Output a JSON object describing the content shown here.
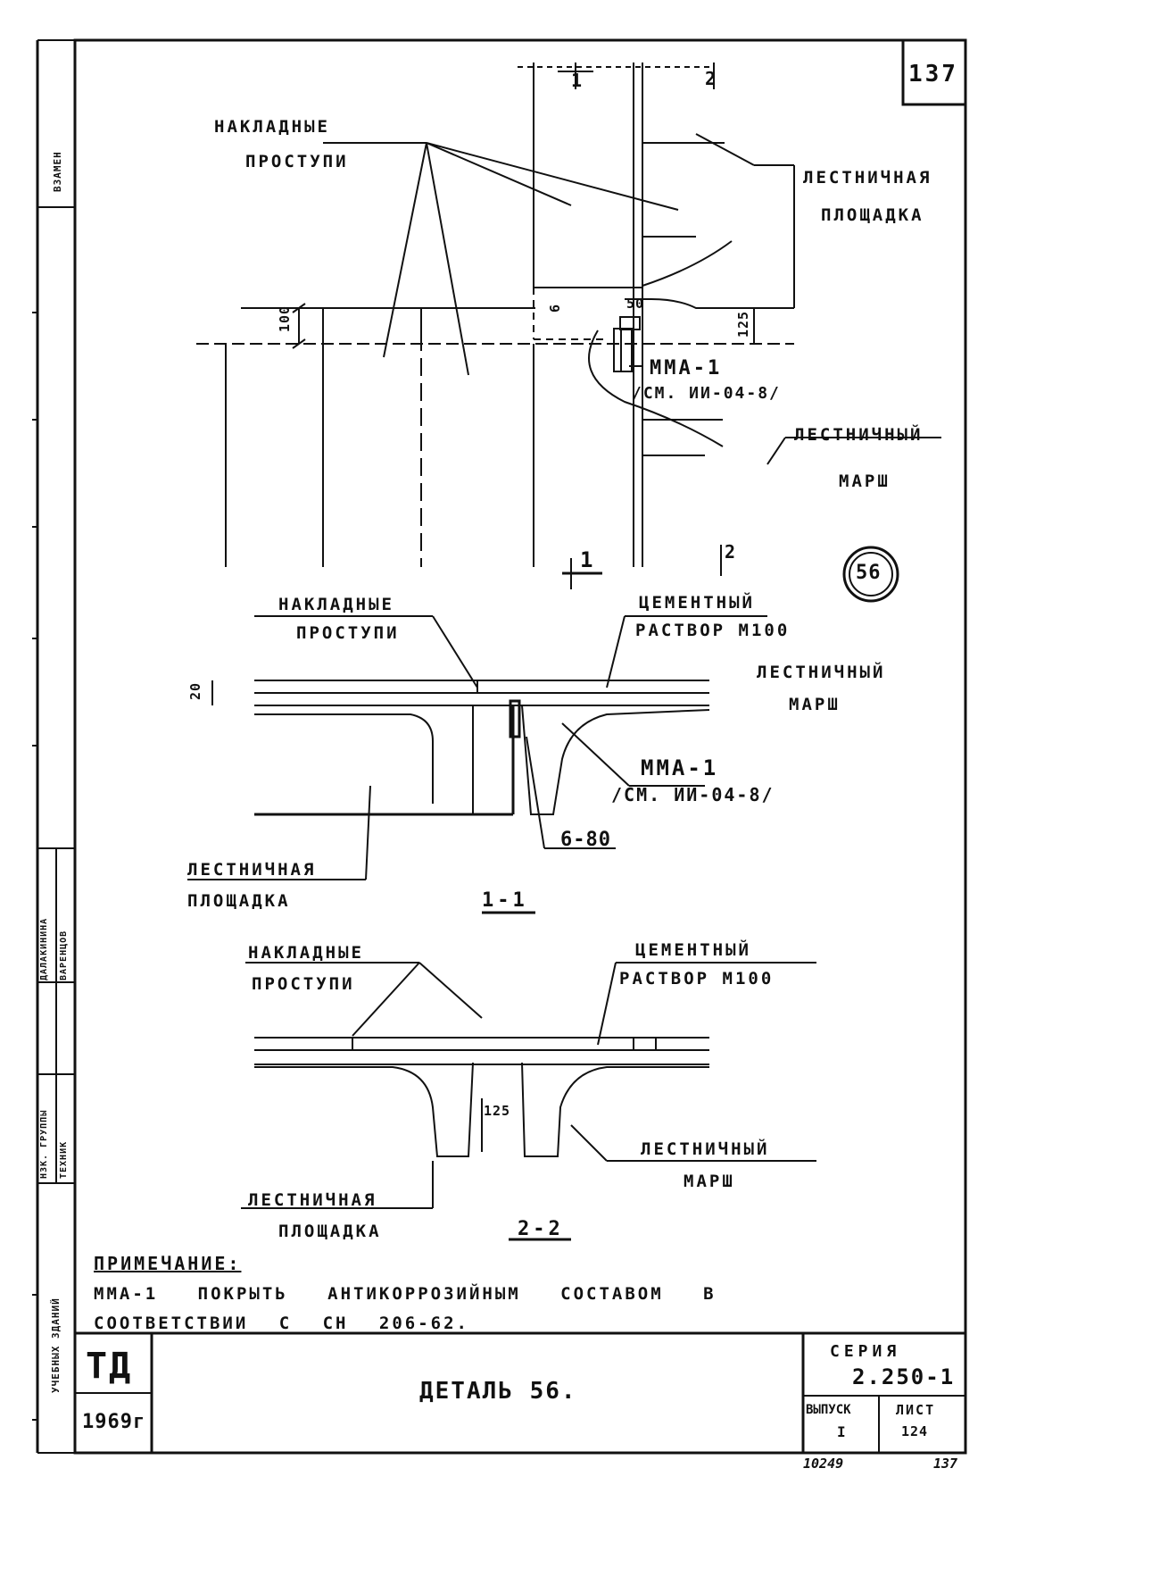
{
  "sheet": {
    "number_top": "137",
    "circle_label": "56",
    "side_left": {
      "lbl_1": "ВЗАМЕН",
      "lbl_2": "НЗК. ГРУППЫ",
      "lbl_3": "ТЕХНИК",
      "lbl_4": "ДАЛАКИНИНА",
      "lbl_5": "ВАРЕНЦОВ",
      "lbl_6": "УЧЕБНЫХ ЗДАНИЙ"
    }
  },
  "plan": {
    "lbl_overlays_1": "НАКЛАДНЫЕ",
    "lbl_overlays_2": "ПРОСТУПИ",
    "lbl_landing_1": "ЛЕСТНИЧНАЯ",
    "lbl_landing_2": "ПЛОЩАДКА",
    "lbl_mma_1": "ММА-1",
    "lbl_mma_2": "/СМ. ИИ-04-8/",
    "lbl_march_1": "ЛЕСТНИЧНЫЙ",
    "lbl_march_2": "МАРШ",
    "dim_100": "100",
    "dim_6": "6",
    "dim_50": "50",
    "dim_125": "125",
    "cut_1": "1",
    "cut_2": "2"
  },
  "section_1": {
    "lbl_overlays_1": "НАКЛАДНЫЕ",
    "lbl_overlays_2": "ПРОСТУПИ",
    "lbl_mortar_1": "ЦЕМЕНТНЫЙ",
    "lbl_mortar_2": "РАСТВОР М100",
    "lbl_march_1": "ЛЕСТНИЧНЫЙ",
    "lbl_march_2": "МАРШ",
    "lbl_mma_1": "ММА-1",
    "lbl_mma_2": "/СМ. ИИ-04-8/",
    "lbl_bolt": "6-80",
    "lbl_landing_1": "ЛЕСТНИЧНАЯ",
    "lbl_landing_2": "ПЛОЩАДКА",
    "dim_20": "20",
    "title": "1-1"
  },
  "section_2": {
    "lbl_overlays_1": "НАКЛАДНЫЕ",
    "lbl_overlays_2": "ПРОСТУПИ",
    "lbl_mortar_1": "ЦЕМЕНТНЫЙ",
    "lbl_mortar_2": "РАСТВОР М100",
    "lbl_march_1": "ЛЕСТНИЧНЫЙ",
    "lbl_march_2": "МАРШ",
    "lbl_landing_1": "ЛЕСТНИЧНАЯ",
    "lbl_landing_2": "ПЛОЩАДКА",
    "dim_125": "125",
    "title": "2-2"
  },
  "note": {
    "heading": "ПРИМЕЧАНИЕ:",
    "line_1": "ММА-1 ПОКРЫТЬ АНТИКОРРОЗИЙНЫМ СОСТАВОМ В",
    "line_2": "СООТВЕТСТВИИ С СН 206-62."
  },
  "title_block": {
    "code": "ТД",
    "year": "1969г",
    "title": "ДЕТАЛЬ 56.",
    "series_label": "СЕРИЯ",
    "series_value": "2.250-1",
    "issue_label": "ВЫПУСК",
    "issue_value": "I",
    "sheet_label": "ЛИСТ",
    "sheet_value": "124",
    "below_left": "10249",
    "below_right": "137"
  }
}
